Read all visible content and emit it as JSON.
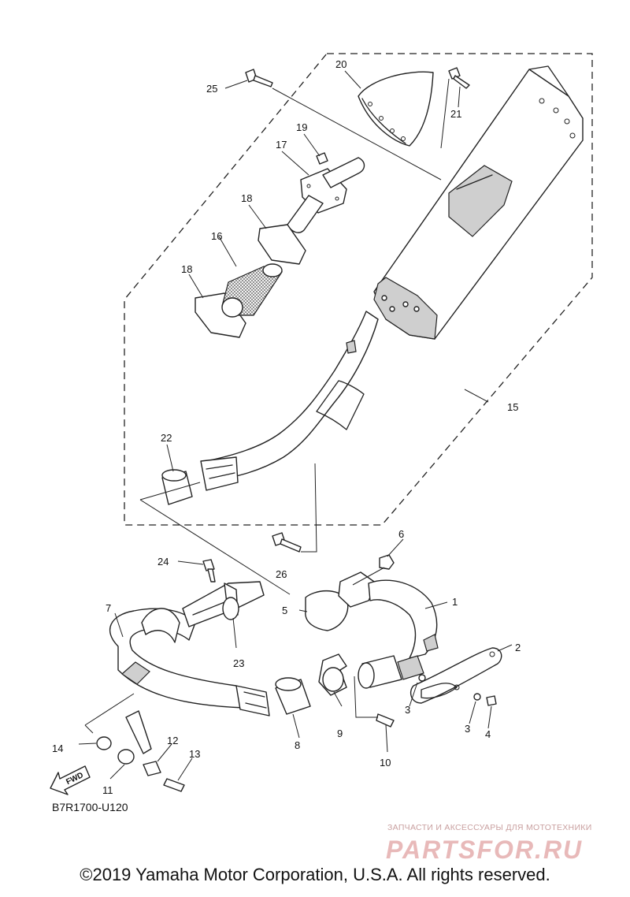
{
  "callouts": {
    "c1": "1",
    "c2": "2",
    "c3a": "3",
    "c3b": "3",
    "c4": "4",
    "c5": "5",
    "c6": "6",
    "c7": "7",
    "c8": "8",
    "c9": "9",
    "c10": "10",
    "c11": "11",
    "c12": "12",
    "c13": "13",
    "c14": "14",
    "c15": "15",
    "c16": "16",
    "c17": "17",
    "c18a": "18",
    "c18b": "18",
    "c19": "19",
    "c20": "20",
    "c21": "21",
    "c22": "22",
    "c23": "23",
    "c24": "24",
    "c25": "25",
    "c26": "26"
  },
  "fwd_label": "FWD",
  "diagram_code": "B7R1700-U120",
  "copyright": "©2019 Yamaha Motor Corporation, U.S.A. All rights reserved.",
  "watermark": {
    "tagline": "ЗАПЧАСТИ И АКСЕССУАРЫ ДЛЯ МОТОТЕХНИКИ",
    "logo": "PARTSFOR.RU"
  }
}
